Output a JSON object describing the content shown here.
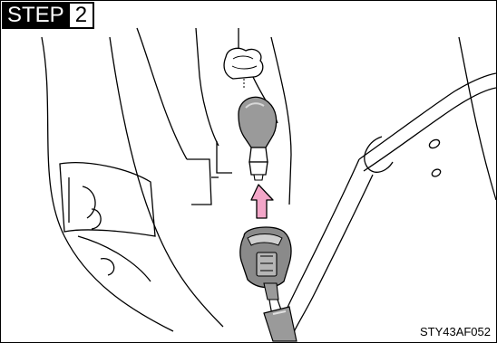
{
  "step": {
    "word": "STEP",
    "number": "2"
  },
  "figure_code": "STY43AF052",
  "colors": {
    "arrow": "#f3a6c8",
    "bulb": "#9a9a9a",
    "socket": "#8a8a8a",
    "line": "#000000"
  }
}
